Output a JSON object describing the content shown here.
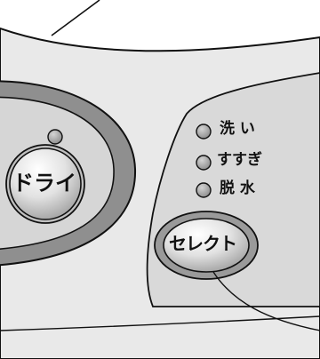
{
  "panel": {
    "dry_button": {
      "label": "ドライ"
    },
    "select_button": {
      "label": "セレクト"
    },
    "indicators": [
      {
        "label": "洗 い",
        "lit": false
      },
      {
        "label": "すすぎ",
        "lit": false
      },
      {
        "label": "脱 水",
        "lit": false
      }
    ],
    "dry_indicator": {
      "lit": false
    },
    "colors": {
      "panel_face": "#e9e9e9",
      "recess": "#d7d7d7",
      "ring": "#8a8a8a",
      "lamp": "#9c9c9c"
    }
  }
}
